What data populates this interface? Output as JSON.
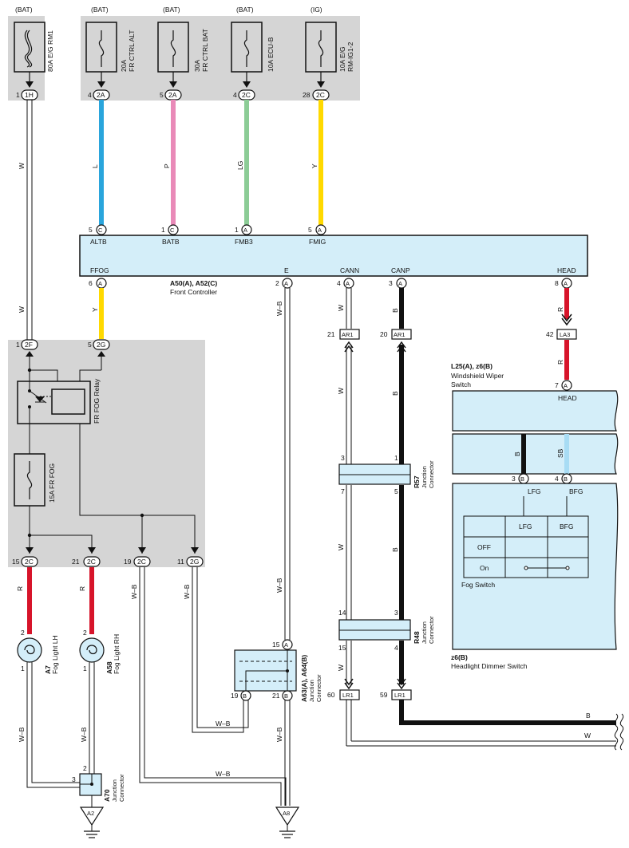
{
  "fuses": [
    {
      "supply": "(BAT)",
      "name": "80A E/G RM1",
      "pin": "1",
      "conn": "1H",
      "wire_label": "W"
    },
    {
      "supply": "(BAT)",
      "name_line1": "20A",
      "name_line2": "FR CTRL ALT",
      "pin": "4",
      "conn": "2A",
      "wire_label": "L"
    },
    {
      "supply": "(BAT)",
      "name_line1": "30A",
      "name_line2": "FR CTRL BAT",
      "pin": "5",
      "conn": "2A",
      "wire_label": "P"
    },
    {
      "supply": "(BAT)",
      "name": "10A ECU-B",
      "pin": "4",
      "conn": "2C",
      "wire_label": "LG"
    },
    {
      "supply": "(IG)",
      "name_line1": "10A E/G",
      "name_line2": "RM-IG1-2",
      "pin": "28",
      "conn": "2C",
      "wire_label": "Y"
    }
  ],
  "front_controller": {
    "title": "A50(A), A52(C)",
    "subtitle": "Front Controller",
    "top_terminals": [
      {
        "pin": "5",
        "conn": "C",
        "label": "ALTB"
      },
      {
        "pin": "1",
        "conn": "C",
        "label": "BATB"
      },
      {
        "pin": "1",
        "conn": "A",
        "label": "FMB3"
      },
      {
        "pin": "5",
        "conn": "A",
        "label": "FMIG"
      }
    ],
    "bottom_terminals": [
      {
        "pin": "6",
        "conn": "A",
        "label": "FFOG",
        "wire": "Y"
      },
      {
        "pin": "2",
        "conn": "A",
        "label": "E",
        "wire": "W–B"
      },
      {
        "pin": "4",
        "conn": "A",
        "label": "CANN",
        "wire": "W"
      },
      {
        "pin": "3",
        "conn": "A",
        "label": "CANP",
        "wire": "B"
      },
      {
        "pin": "8",
        "conn": "A",
        "label": "HEAD",
        "wire": "R"
      }
    ]
  },
  "relay_block": {
    "in1_pin": "1",
    "in1_conn": "2F",
    "in1_wire": "W",
    "in2_pin": "5",
    "in2_conn": "2G",
    "relay_label": "FR FOG Relay",
    "fuse_label": "15A FR FOG",
    "outputs": [
      {
        "pin": "15",
        "conn": "2C",
        "wire": "R"
      },
      {
        "pin": "21",
        "conn": "2C",
        "wire": "R"
      },
      {
        "pin": "19",
        "conn": "2C",
        "wire": "W–B"
      },
      {
        "pin": "11",
        "conn": "2G",
        "wire": "W–B"
      }
    ]
  },
  "can_connectors": {
    "ar1_left": {
      "pin": "21",
      "conn": "AR1"
    },
    "ar1_right": {
      "pin": "20",
      "conn": "AR1"
    },
    "lr1_left": {
      "pin": "60",
      "conn": "LR1"
    },
    "lr1_right": {
      "pin": "59",
      "conn": "LR1"
    },
    "wire_w": "W",
    "wire_b": "B"
  },
  "r57": {
    "name": "R57",
    "desc_line1": "Junction",
    "desc_line2": "Connector",
    "pins": [
      "3",
      "1",
      "7",
      "5"
    ]
  },
  "r48": {
    "name": "R48",
    "desc_line1": "Junction",
    "desc_line2": "Connector",
    "pins": [
      "14",
      "3",
      "15",
      "4"
    ]
  },
  "head_line": {
    "pin": "42",
    "conn": "LA3",
    "wire": "R"
  },
  "wiper_switch": {
    "title": "L25(A), z6(B)",
    "line1": "Windshield Wiper",
    "line2": "Switch",
    "head_pin": "7",
    "head_conn": "A",
    "head_label": "HEAD",
    "wire_b": "B",
    "wire_sb": "SB",
    "out1_pin": "3",
    "out1_conn": "B",
    "out1_label": "LFG",
    "out2_pin": "4",
    "out2_conn": "B",
    "out2_label": "BFG"
  },
  "fog_switch": {
    "col1": "LFG",
    "col2": "BFG",
    "row1": "OFF",
    "row2": "On",
    "caption": "Fog Switch"
  },
  "dimmer": {
    "title": "z6(B)",
    "subtitle": "Headlight Dimmer Switch"
  },
  "fog_lights": [
    {
      "name": "A7",
      "desc": "Fog Light LH",
      "pin_top": "2",
      "pin_bottom": "1",
      "wire": "W–B"
    },
    {
      "name": "A58",
      "desc": "Fog Light RH",
      "pin_top": "2",
      "pin_bottom": "1",
      "wire": "W–B"
    }
  ],
  "a70": {
    "name": "A70",
    "desc_line1": "Junction",
    "desc_line2": "Connector",
    "pin2": "2",
    "pin3": "3",
    "ground": "A2"
  },
  "a63": {
    "name": "A63(A), A64(B)",
    "desc_line1": "Junction",
    "desc_line2": "Connector",
    "top_pin": "15",
    "top_conn": "A",
    "pin19": "19",
    "pin19_conn": "B",
    "pin21": "21",
    "pin21_conn": "B",
    "wire_wb": "W–B",
    "ground": "A8"
  },
  "bottom_lines": {
    "b": "B",
    "w": "W"
  },
  "colors": {
    "blue_wire": "#2aa5dc",
    "pink_wire": "#e98ab8",
    "green_wire": "#8ccc96",
    "yellow_wire": "#ffd900",
    "red_wire": "#d7142a",
    "panel_fill": "#d4eef9",
    "grey_box": "#d5d5d5",
    "sky_wire": "#a8dcf4"
  }
}
